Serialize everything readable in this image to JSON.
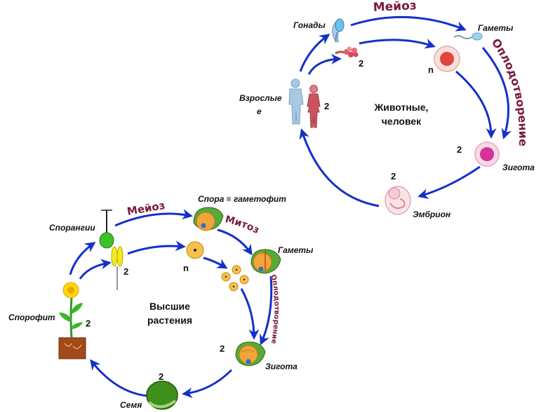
{
  "animals": {
    "labels": {
      "gonads": "Гонады",
      "gametes": "Гаметы",
      "adults_line1": "Взрослые",
      "adults_line2": "е",
      "zygote": "Зигота",
      "embryo": "Эмбрион"
    },
    "process": {
      "meiosis": "Мейоз",
      "fertilization": "Оплодотворение"
    },
    "ploidy": {
      "adults": "2",
      "tissue": "2",
      "gamete_cell": "n",
      "zygote": "2",
      "embryo": "2"
    },
    "center_line1": "Животные,",
    "center_line2": "человек"
  },
  "plants": {
    "labels": {
      "sporangia": "Спорангии",
      "spore": "Спора ≡ гаметофит",
      "gametes": "Гаметы",
      "sporophyte": "Спорофит",
      "zygote": "Зигота",
      "seed": "Семя"
    },
    "process": {
      "meiosis": "Мейоз",
      "mitosis": "Митоз",
      "fertilization": "Оплодотворение"
    },
    "ploidy": {
      "stamens": "2",
      "haploid": "n",
      "sporophyte": "2",
      "zygote": "2",
      "seed": "2"
    },
    "center_line1": "Высшие",
    "center_line2": "растения"
  },
  "colors": {
    "arrow": "#1530c8",
    "arc_text": "#7a1a3a",
    "zygote_cell": "#d6309a",
    "egg_cell": "#e0473a",
    "gametophyte_green": "#5aa838",
    "spore_orange": "#f2a53a"
  }
}
